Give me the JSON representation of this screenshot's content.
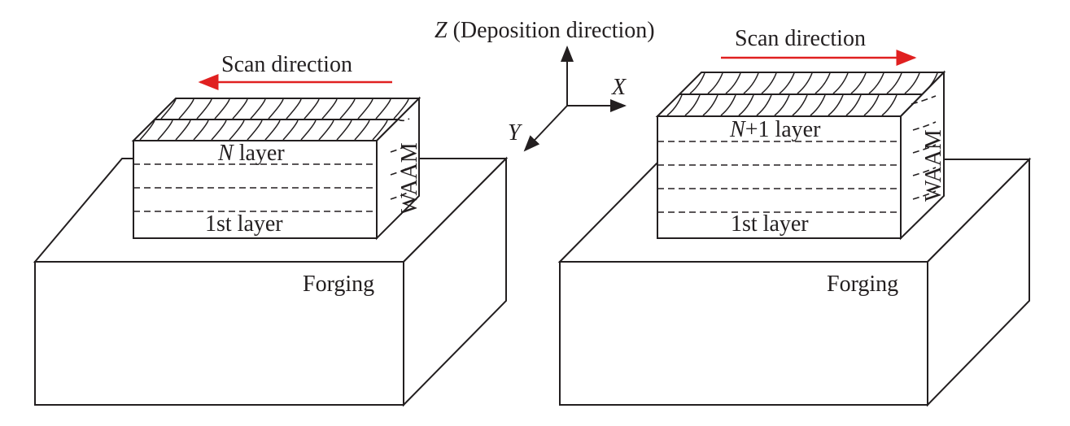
{
  "axes": {
    "z_letter": "Z",
    "z_text": " (Deposition direction)",
    "x_letter": "X",
    "y_letter": "Y"
  },
  "panels": [
    {
      "scan_label": "Scan direction",
      "scan_arrow": "left",
      "top_layer_var": "N",
      "top_layer_suffix": " layer",
      "bottom_layer_label": "1st layer",
      "side_label": "WAAM",
      "base_label": "Forging"
    },
    {
      "scan_label": "Scan direction",
      "scan_arrow": "right",
      "top_layer_var": "N",
      "top_layer_suffix": "+1 layer",
      "bottom_layer_label": "1st layer",
      "side_label": "WAAM",
      "base_label": "Forging"
    }
  ],
  "colors": {
    "line": "#231f20",
    "arrow": "#e02020"
  }
}
